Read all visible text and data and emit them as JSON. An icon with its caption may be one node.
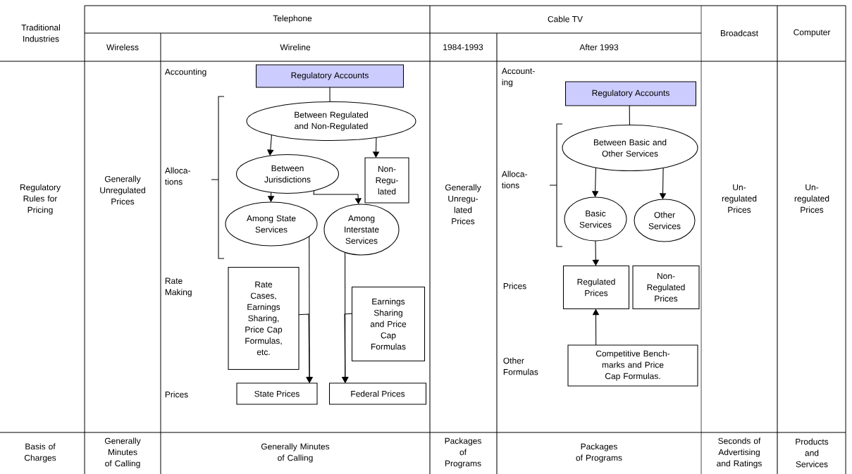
{
  "diagram": {
    "nodes": [
      {
        "text": [
          "Regulatory Accounts"
        ]
      },
      {
        "text": [
          "Between Regulated and Non-Regulated"
        ]
      },
      {
        "text": [
          "Between Jurisdictions"
        ]
      },
      {
        "text": [
          "Non- Regu- lated"
        ]
      },
      {
        "text": [
          "Among State Services"
        ]
      },
      {
        "text": [
          "Among Interstate Services"
        ]
      },
      {
        "text": [
          "Rate Cases, Earnings Sharing, Price Cap Formulas, etc."
        ]
      },
      {
        "text": [
          "Earnings Sharing and Price Cap Formulas"
        ]
      },
      {
        "text": [
          "State Prices"
        ]
      },
      {
        "text": [
          "Federal Prices"
        ]
      },
      {
        "text": [
          "Regulatory Accounts"
        ]
      },
      {
        "text": [
          "Between Basic and Other Services"
        ]
      },
      {
        "text": [
          "Basic Services"
        ]
      },
      {
        "text": [
          "Other Services"
        ]
      },
      {
        "text": [
          "Regulated Prices"
        ]
      },
      {
        "text": [
          "Non- Regulated Prices"
        ]
      },
      {
        "text": [
          "Competitive Bench- marks and Price Cap Formulas."
        ]
      }
    ],
    "edges": [
      {
        "from": 0,
        "to": 1,
        "arrow": "none"
      },
      {
        "from": 1,
        "to": 2,
        "arrow": "to"
      },
      {
        "from": 1,
        "to": 3,
        "arrow": "to"
      },
      {
        "from": 2,
        "to": 4,
        "arrow": "to"
      },
      {
        "from": 2,
        "to": 5,
        "arrow": "to"
      },
      {
        "from": 4,
        "to": 8,
        "arrow": "to"
      },
      {
        "from": 6,
        "to": 8,
        "arrow": "to"
      },
      {
        "from": 5,
        "to": 9,
        "arrow": "to"
      },
      {
        "from": 7,
        "to": 9,
        "arrow": "to"
      },
      {
        "from": 10,
        "to": 11,
        "arrow": "none"
      },
      {
        "from": 11,
        "to": 12,
        "arrow": "to"
      },
      {
        "from": 11,
        "to": 13,
        "arrow": "to"
      },
      {
        "from": 12,
        "to": 14,
        "arrow": "to"
      },
      {
        "from": 16,
        "to": 14,
        "arrow": "to"
      }
    ],
    "labels": [
      "Traditional Industries",
      "Telephone",
      "Cable TV",
      "Broadcast",
      "Computer",
      "Wireless",
      "Wireline",
      "1984-1993",
      "After 1993",
      "Regulatory Rules for Pricing",
      "Generally Unregulated Prices",
      "Accounting",
      "Alloca- tions",
      "Rate Making",
      "Prices",
      "Generally Unregu- lated Prices",
      "Account- ing",
      "Alloca- tions",
      "Prices",
      "Other Formulas",
      "Un- regulated Prices",
      "Un- regulated Prices",
      "Basis of Charges",
      "Generally Minutes of Calling",
      "Generally Minutes of Calling",
      "Packages of Programs",
      "Packages of Programs",
      "Seconds of Advertising and Ratings",
      "Products and Services"
    ]
  }
}
